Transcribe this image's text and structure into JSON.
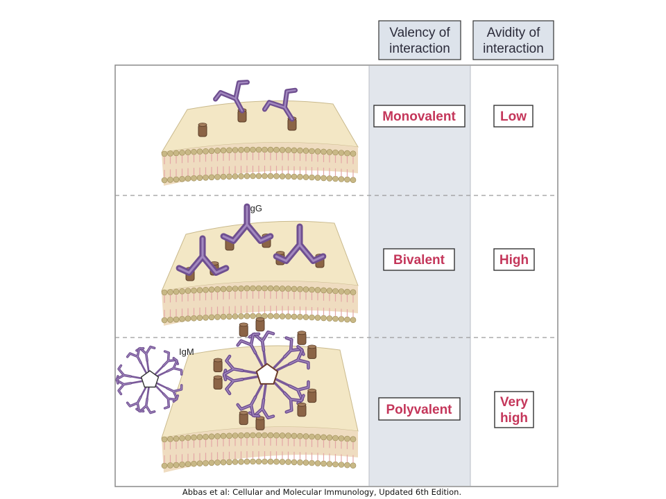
{
  "headers": {
    "valency": [
      "Valency of",
      "interaction"
    ],
    "avidity": [
      "Avidity of",
      "interaction"
    ]
  },
  "rows": [
    {
      "valency": "Monovalent",
      "avidity": [
        "Low"
      ]
    },
    {
      "valency": "Bivalent",
      "avidity": [
        "High"
      ]
    },
    {
      "valency": "Polyvalent",
      "avidity": [
        "Very",
        "high"
      ]
    }
  ],
  "antibody_labels": {
    "igg": "IgG",
    "igm": "IgM"
  },
  "caption": "Abbas et al: Cellular and Molecular Immunology, Updated 6th Edition.",
  "colors": {
    "antibody": "#7a5a9a",
    "antigen": "#8b6446",
    "membrane_top": "#f3e7c5",
    "membrane_side": "#efdcc0",
    "lipid_head": "#bfae7b",
    "label_red": "#c4365a",
    "header_fill": "#dde3eb",
    "column_fill": "#e2e6ec"
  }
}
